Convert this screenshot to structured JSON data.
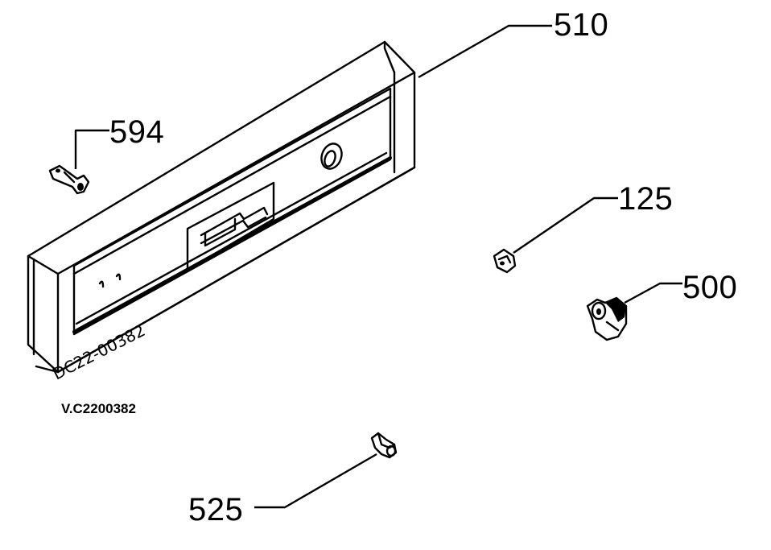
{
  "diagram": {
    "reference_code": "V.C2200382",
    "handwritten_code": "DC22-00382",
    "parts": [
      {
        "id": "part-510",
        "callout": "510"
      },
      {
        "id": "part-594",
        "callout": "594"
      },
      {
        "id": "part-125",
        "callout": "125"
      },
      {
        "id": "part-500",
        "callout": "500"
      },
      {
        "id": "part-525",
        "callout": "525"
      }
    ]
  },
  "colors": {
    "ink": "#000000",
    "paper": "#ffffff"
  }
}
